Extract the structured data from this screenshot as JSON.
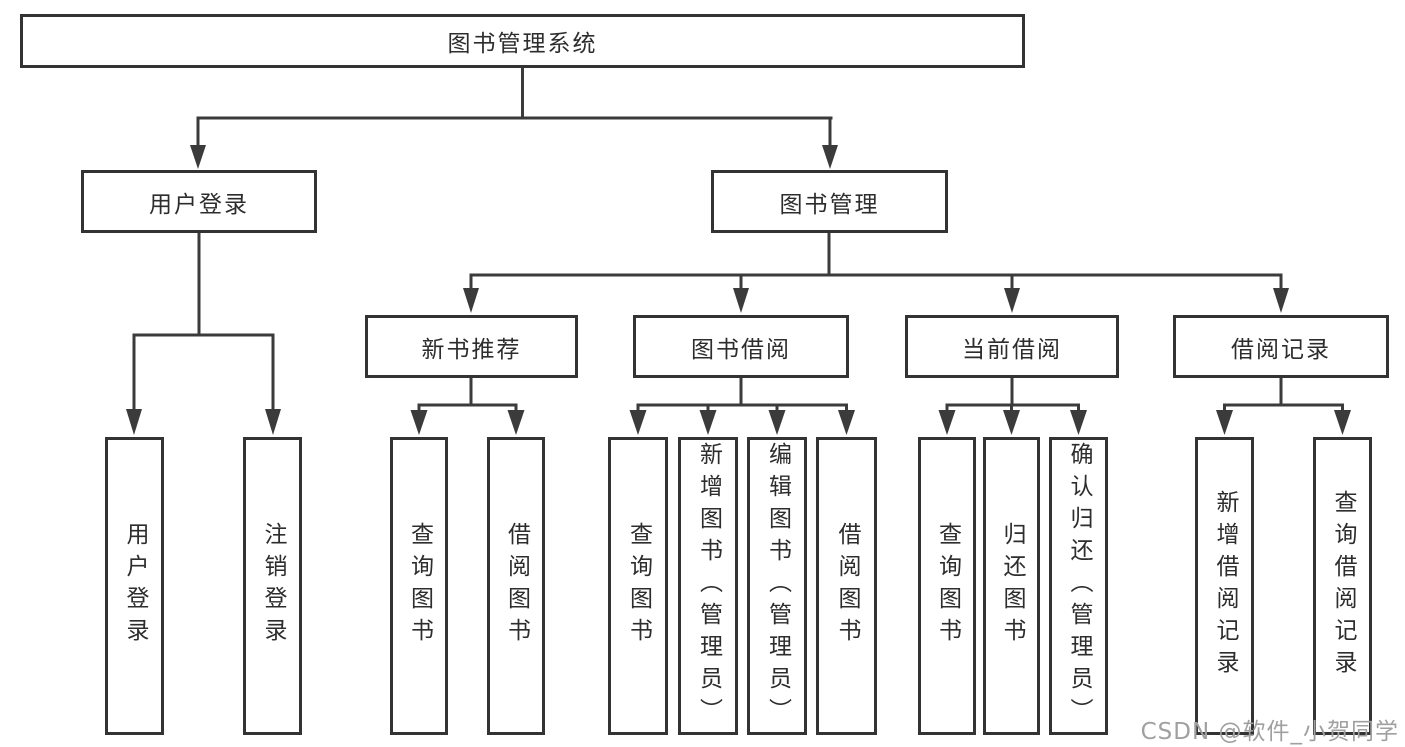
{
  "watermark": "CSDN @软件_小贺同学",
  "tree": {
    "root": "图书管理系统",
    "login_branch": {
      "label": "用户登录",
      "children": [
        "用户登录",
        "注销登录"
      ]
    },
    "mgmt_branch": {
      "label": "图书管理",
      "groups": [
        {
          "label": "新书推荐",
          "children": [
            "查询图书",
            "借阅图书"
          ]
        },
        {
          "label": "图书借阅",
          "children": [
            "查询图书",
            "新增图书（管理员）",
            "编辑图书（管理员）",
            "借阅图书"
          ]
        },
        {
          "label": "当前借阅",
          "children": [
            "查询图书",
            "归还图书",
            "确认归还（管理员）"
          ]
        },
        {
          "label": "借阅记录",
          "children": [
            "新增借阅记录",
            "查询借阅记录"
          ]
        }
      ]
    }
  }
}
